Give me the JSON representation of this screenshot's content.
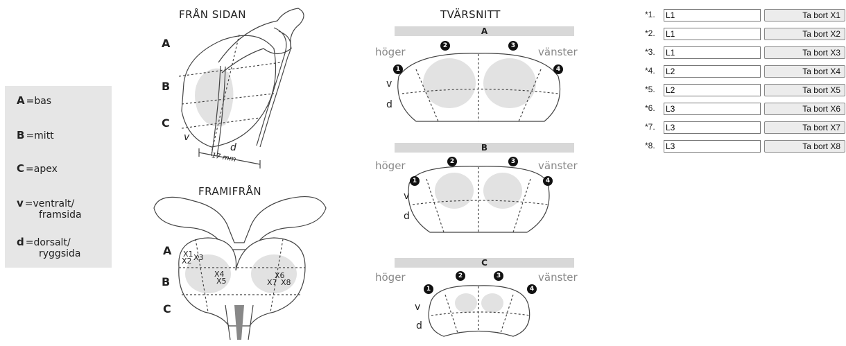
{
  "legend": [
    {
      "key": "A",
      "text": "=bas"
    },
    {
      "key": "B",
      "text": "=mitt"
    },
    {
      "key": "C",
      "text": "=apex"
    },
    {
      "key": "v",
      "text": "=ventralt/",
      "cont": "framsida"
    },
    {
      "key": "d",
      "text": "=dorsalt/",
      "cont": "ryggsida"
    }
  ],
  "side_view": {
    "title": "FRÅN SIDAN",
    "zones": [
      "A",
      "B",
      "C"
    ],
    "v": "v",
    "d": "d",
    "measure": "17 mm"
  },
  "front_view": {
    "title": "FRAMIFRÅN",
    "zones": [
      "A",
      "B",
      "C"
    ],
    "marks": [
      "X1",
      "X2",
      "X3",
      "X4",
      "X5",
      "X6",
      "X7",
      "X8"
    ]
  },
  "cross_section": {
    "title": "TVÄRSNITT",
    "sections": [
      "A",
      "B",
      "C"
    ],
    "left": "höger",
    "right": "vänster",
    "nums": [
      "1",
      "2",
      "3",
      "4"
    ],
    "v": "v",
    "d": "d"
  },
  "form": {
    "rows": [
      {
        "label": "*1.",
        "value": "L1",
        "button": "Ta bort X1"
      },
      {
        "label": "*2.",
        "value": "L1",
        "button": "Ta bort X2"
      },
      {
        "label": "*3.",
        "value": "L1",
        "button": "Ta bort X3"
      },
      {
        "label": "*4.",
        "value": "L2",
        "button": "Ta bort X4"
      },
      {
        "label": "*5.",
        "value": "L2",
        "button": "Ta bort X5"
      },
      {
        "label": "*6.",
        "value": "L3",
        "button": "Ta bort X6"
      },
      {
        "label": "*7.",
        "value": "L3",
        "button": "Ta bort X7"
      },
      {
        "label": "*8.",
        "value": "L3",
        "button": "Ta bort X8"
      }
    ]
  }
}
